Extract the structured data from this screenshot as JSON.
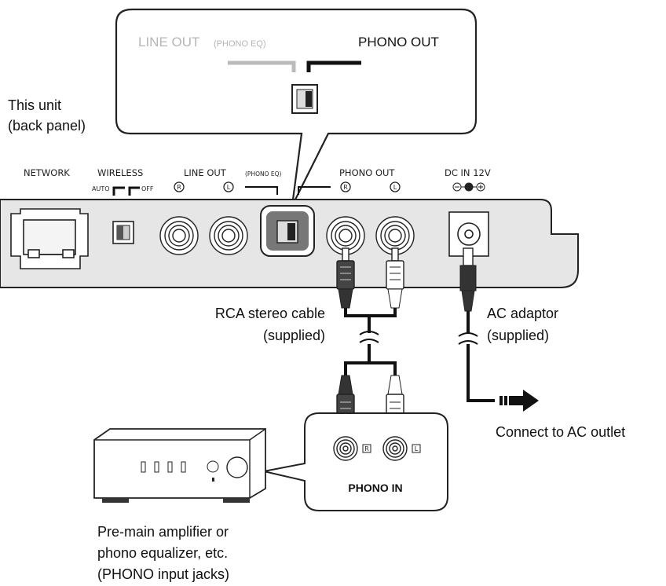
{
  "callout": {
    "line_out": "LINE OUT",
    "phono_eq": "(PHONO EQ)",
    "phono_out": "PHONO OUT"
  },
  "unit_label": {
    "line1": "This unit",
    "line2": "(back panel)"
  },
  "panel": {
    "network": "NETWORK",
    "wireless": "WIRELESS",
    "auto": "AUTO",
    "off": "OFF",
    "line_out": "LINE OUT",
    "phono_eq": "(PHONO EQ)",
    "phono_out": "PHONO OUT",
    "dc_in": "DC IN 12V",
    "jack_r": "R",
    "jack_l": "L"
  },
  "cable": {
    "line1": "RCA stereo cable",
    "line2": "(supplied)"
  },
  "adaptor": {
    "line1": "AC adaptor",
    "line2": "(supplied)"
  },
  "outlet": "Connect to AC outlet",
  "phono_in": {
    "label": "PHONO IN",
    "r": "R",
    "l": "L"
  },
  "amp": {
    "line1": "Pre-main amplifier or",
    "line2": "phono equalizer, etc.",
    "line3": "(PHONO input jacks)"
  },
  "colors": {
    "panel_fill": "#e6e6e6",
    "stroke": "#222222",
    "callout_grey": "#bbbbbb",
    "highlight": "#777777"
  }
}
